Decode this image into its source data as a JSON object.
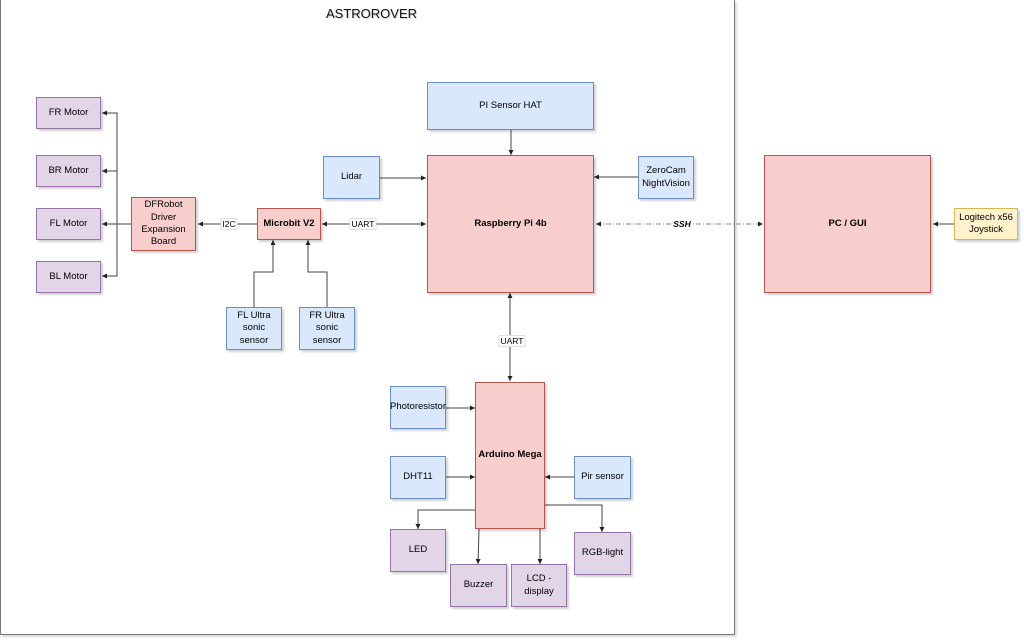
{
  "diagram": {
    "title": "ASTROROVER",
    "colors": {
      "actuator_fill": "#e1d5e7",
      "actuator_stroke": "#9673a6",
      "controller_fill": "#f8cecc",
      "controller_stroke": "#b85450",
      "sensor_fill": "#dae8fc",
      "sensor_stroke": "#6c8ebf",
      "input_fill": "#fff2cc",
      "input_stroke": "#d6b656"
    },
    "nodes": {
      "fr_motor": "FR Motor",
      "br_motor": "BR Motor",
      "fl_motor": "FL Motor",
      "bl_motor": "BL Motor",
      "dfrobot": "DFRobot Driver Expansion Board",
      "microbit": "Microbit V2",
      "fl_ultra": "FL Ultra sonic sensor",
      "fr_ultra": "FR Ultra sonic sensor",
      "pi_hat": "PI Sensor HAT",
      "lidar": "Lidar",
      "zerocam": "ZeroCam NightVision",
      "raspberry": "Raspberry Pi 4b",
      "pc_gui": "PC / GUI",
      "joystick": "Logitech x56 Joystick",
      "photoresistor": "Photoresistor",
      "dht11": "DHT11",
      "arduino": "Arduino Mega",
      "pir": "Pir sensor",
      "led": "LED",
      "buzzer": "Buzzer",
      "lcd": "LCD - display",
      "rgb": "RGB-light"
    },
    "edge_labels": {
      "i2c": "I2C",
      "uart_microbit": "UART",
      "uart_arduino": "UART",
      "ssh": "SSH"
    },
    "edges": [
      {
        "from": "dfrobot",
        "to": "fr_motor"
      },
      {
        "from": "dfrobot",
        "to": "br_motor"
      },
      {
        "from": "dfrobot",
        "to": "fl_motor"
      },
      {
        "from": "dfrobot",
        "to": "bl_motor"
      },
      {
        "from": "microbit",
        "to": "dfrobot",
        "label": "I2C"
      },
      {
        "from": "microbit",
        "to": "raspberry",
        "label": "UART",
        "bidirectional": true
      },
      {
        "from": "fl_ultra",
        "to": "microbit"
      },
      {
        "from": "fr_ultra",
        "to": "microbit"
      },
      {
        "from": "pi_hat",
        "to": "raspberry"
      },
      {
        "from": "lidar",
        "to": "raspberry"
      },
      {
        "from": "zerocam",
        "to": "raspberry"
      },
      {
        "from": "raspberry",
        "to": "pc_gui",
        "label": "SSH",
        "bidirectional": true,
        "style": "dashed"
      },
      {
        "from": "joystick",
        "to": "pc_gui"
      },
      {
        "from": "raspberry",
        "to": "arduino",
        "label": "UART",
        "bidirectional": true
      },
      {
        "from": "photoresistor",
        "to": "arduino"
      },
      {
        "from": "dht11",
        "to": "arduino"
      },
      {
        "from": "pir",
        "to": "arduino"
      },
      {
        "from": "arduino",
        "to": "led"
      },
      {
        "from": "arduino",
        "to": "buzzer"
      },
      {
        "from": "arduino",
        "to": "lcd"
      },
      {
        "from": "arduino",
        "to": "rgb"
      }
    ]
  }
}
